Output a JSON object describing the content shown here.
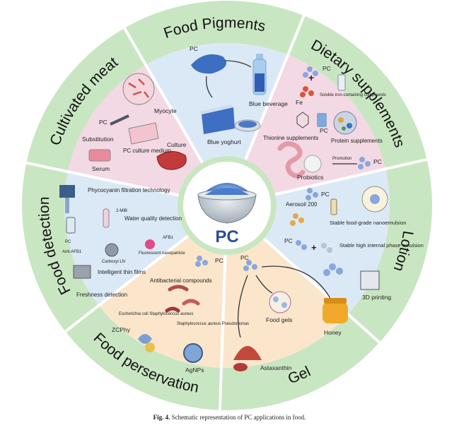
{
  "center": {
    "label": "PC"
  },
  "sectors": [
    {
      "id": "food-pigments",
      "title": "Food Pigments",
      "ring_color": "#c9e6c2",
      "fill_color": "#dbe9f6",
      "labels": [
        "PC",
        "Blue beverage",
        "Blue yoghurt"
      ]
    },
    {
      "id": "dietary-supplements",
      "title": "Dietary supplements",
      "ring_color": "#c9e6c2",
      "fill_color": "#f3d9e4",
      "labels": [
        "PC",
        "Fe",
        "Soluble iron-containing compounds",
        "PC",
        "Thionine supplements",
        "Protein supplements",
        "Promotion",
        "PC",
        "Probiotics"
      ]
    },
    {
      "id": "lotion",
      "title": "Lotion",
      "ring_color": "#c9e6c2",
      "fill_color": "#dbe9f6",
      "labels": [
        "PC",
        "Aerosoil 200",
        "Stable food-grade nanoemulsion",
        "PC",
        "Stable high internal phase emulsion",
        "3D printing"
      ]
    },
    {
      "id": "gel",
      "title": "Gel",
      "ring_color": "#c9e6c2",
      "fill_color": "#fbe6cc",
      "labels": [
        "PC",
        "Food gels",
        "Honey",
        "Astaxanthin"
      ]
    },
    {
      "id": "food-perservation",
      "title": "Food perservation",
      "ring_color": "#c9e6c2",
      "fill_color": "#fbe6cc",
      "labels": [
        "PC",
        "Antibacterial compounds",
        "Escherichia coli Staphylococcus aureus",
        "Staphylococcus aureus Pseudomonas",
        "ZCPhy",
        "AgNPs"
      ]
    },
    {
      "id": "food-detection",
      "title": "Food detection",
      "ring_color": "#c9e6c2",
      "fill_color": "#dbe9f6",
      "labels": [
        "Phycocyanin filtration technology",
        "2-MIB",
        "Water quality detection",
        "PC",
        "AFB1",
        "Anti-AFB1",
        "Carboxyl LN",
        "Fluorescent nanoparticle",
        "Intelligent thin films",
        "Freshness detection"
      ]
    },
    {
      "id": "cultivated-meat",
      "title": "Cultivated meat",
      "ring_color": "#c9e6c2",
      "fill_color": "#f3d9e4",
      "labels": [
        "Myocyte",
        "PC",
        "Substitution",
        "PC culture medium",
        "Culture",
        "Serum"
      ]
    }
  ],
  "caption": {
    "label": "Fig. 4.",
    "text": "Schematic representation of PC applications in food."
  },
  "colors": {
    "ring": "#c9e6c2",
    "divider": "#ffffff",
    "pc_text": "#2b4d9a",
    "center_ring": "#c9e6c2"
  }
}
